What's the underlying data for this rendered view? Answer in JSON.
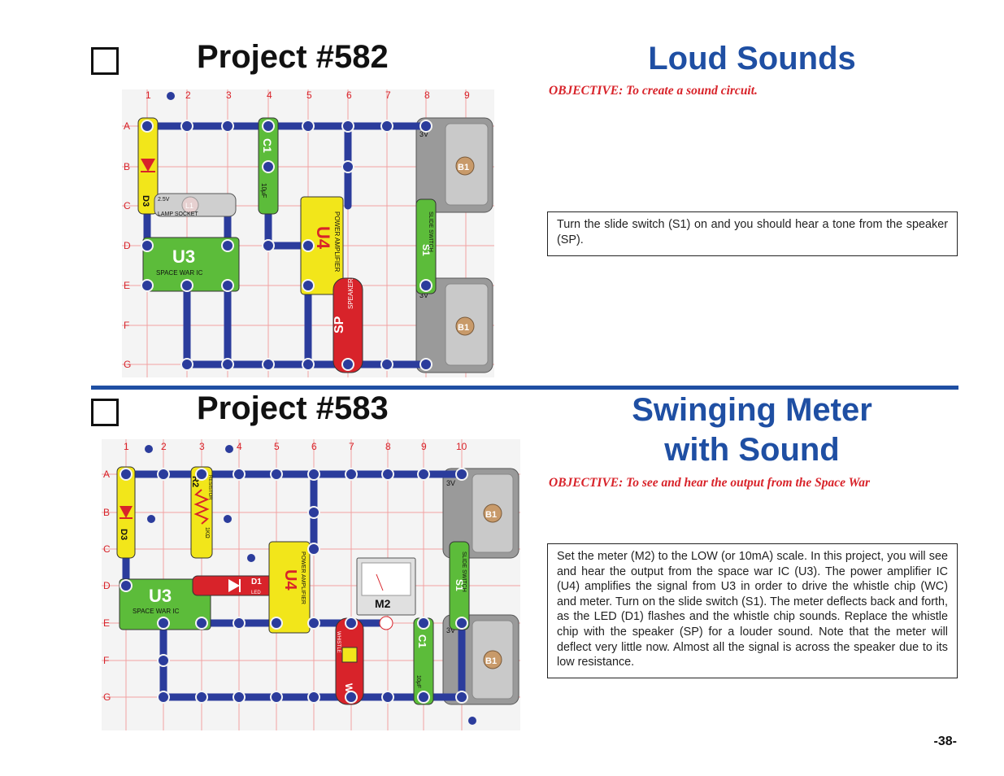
{
  "page_number": "-38-",
  "projects": [
    {
      "number_label": "Project #582",
      "name": "Loud Sounds",
      "objective": "OBJECTIVE:  To create a sound circuit.",
      "description": "Turn the slide switch (S1) on and you should hear a tone from the speaker (SP).",
      "diagram": {
        "columns": [
          "1",
          "2",
          "3",
          "4",
          "5",
          "6",
          "7",
          "8",
          "9"
        ],
        "rows": [
          "A",
          "B",
          "C",
          "D",
          "E",
          "F",
          "G"
        ],
        "parts": {
          "d3": "D3",
          "c1": "C1",
          "c1_sub": "10μF",
          "lamp": "L1",
          "lamp_v": "2.5V",
          "lamp_label": "LAMP SOCKET",
          "u3": "U3",
          "u3_sub": "SPACE WAR IC",
          "u4": "U4",
          "u4_sub": "POWER AMPLIFIER",
          "sp": "SP",
          "sp_sub": "SPEAKER",
          "s1": "S1",
          "s1_sub": "SLIDE SWITCH",
          "b1": "B1",
          "b1_v": "3V"
        }
      }
    },
    {
      "number_label": "Project #583",
      "name_line1": "Swinging Meter",
      "name_line2": "with Sound",
      "objective": "OBJECTIVE:  To see and hear the output from the Space War",
      "description": "Set the meter (M2) to the LOW (or 10mA) scale.  In this project, you will see and hear the output from the space war IC (U3).  The power amplifier IC (U4) amplifies the signal from U3 in order to drive the whistle chip (WC) and meter.  Turn on the slide switch (S1).  The meter deflects back and forth, as the LED (D1) flashes and the whistle chip sounds.  Replace the whistle chip with the speaker (SP) for a louder sound.  Note that the meter will deflect very little now.  Almost all the signal is across the speaker due to its low resistance.",
      "diagram": {
        "columns": [
          "1",
          "2",
          "3",
          "4",
          "5",
          "6",
          "7",
          "8",
          "9",
          "10"
        ],
        "rows": [
          "A",
          "B",
          "C",
          "D",
          "E",
          "F",
          "G"
        ],
        "parts": {
          "d3": "D3",
          "r2": "R2",
          "r2_sub": "RESISTOR",
          "r2_val": "1KΩ",
          "u3": "U3",
          "u3_sub": "SPACE WAR IC",
          "d1": "D1",
          "d1_sub": "LED",
          "u4": "U4",
          "u4_sub": "POWER AMPLIFIER",
          "m2": "M2",
          "wc": "WC",
          "wc_sub": "WHISTLE",
          "c1": "C1",
          "c1_sub": "10μF",
          "s1": "S1",
          "s1_sub": "SLIDE SWITCH",
          "b1": "B1",
          "b1_v": "3V"
        }
      }
    }
  ]
}
